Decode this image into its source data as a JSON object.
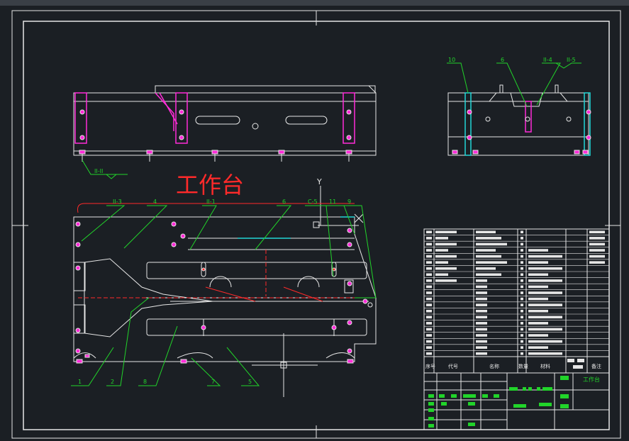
{
  "drawing": {
    "title": "工作台",
    "axis_y": "Y"
  },
  "top_view_labels": {
    "section": "II-II"
  },
  "side_view_labels": {
    "left": "10",
    "mid": "6",
    "r1": "II-4",
    "r2": "II-5"
  },
  "plan_labels": {
    "n3": "II-3",
    "n4": "4",
    "n5": "II-1",
    "n6": "6",
    "n7": "C-5",
    "n8": "11",
    "n9": "9",
    "b1": "1",
    "b2": "2",
    "b3": "8",
    "b4": "7",
    "b5": "5"
  },
  "title_block": {
    "h1": "序号",
    "h2": "代号",
    "h3": "名称",
    "h4": "数量",
    "h5": "材料",
    "h6": "备注",
    "name": "工作台"
  },
  "colors": {
    "background": "#1b1f24",
    "line": "#e6e6e6",
    "green": "#21d42a",
    "magenta": "#ff2bd8",
    "red": "#ff2a2a",
    "cyan": "#23d6d6"
  }
}
